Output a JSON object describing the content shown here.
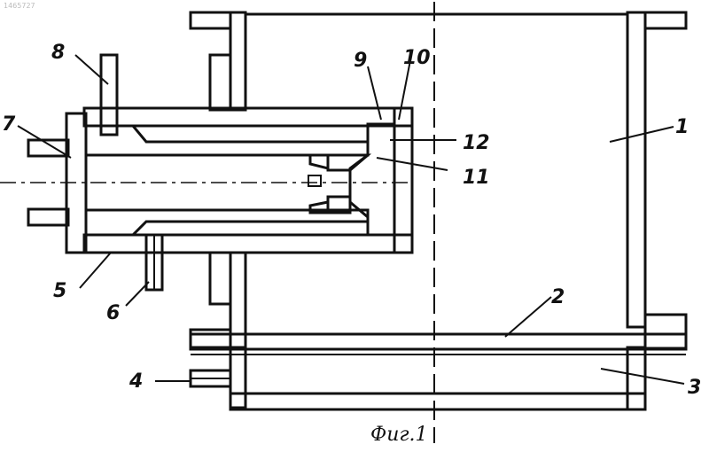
{
  "figure": {
    "caption": "Фиг.1",
    "doc_number": "1465727"
  },
  "labels": {
    "l1": "1",
    "l2": "2",
    "l3": "3",
    "l4": "4",
    "l5": "5",
    "l6": "6",
    "l7": "7",
    "l8": "8",
    "l9": "9",
    "l10": "10",
    "l11": "11",
    "l12": "12"
  },
  "colors": {
    "ink": "#111111",
    "paper": "#ffffff"
  }
}
